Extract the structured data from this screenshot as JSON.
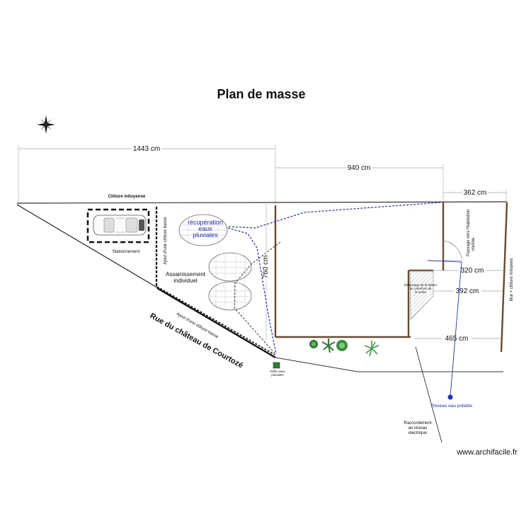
{
  "title": "Plan de masse",
  "dimensions": {
    "d1443": "1443 cm",
    "d940": "940 cm",
    "d362": "362 cm",
    "d760": "760 cm",
    "d320": "320 cm",
    "d392": "392 cm",
    "d465": "465 cm"
  },
  "labels": {
    "cloture_mitoyenne": "Clôture mitoyenne",
    "stationnement": "Stationnement",
    "ajout_cloture_1": "Ajout d'une clôture basse",
    "ajout_cloture_2": "Ajout d'une clôture basse",
    "assainissement_1": "Assainissement",
    "assainissement_2": "individuel",
    "recuperation_1": "récupération",
    "recuperation_2": "eaux",
    "recuperation_3": "pluviales",
    "rue": "Rue du château de Courtozé",
    "passage_1": "Passage vers l'habitation",
    "passage_2": "voisine",
    "mur_cloture": "Mur + clôture mitoyens",
    "reseau_eau": "Réseau eau potable",
    "raccordement_1": "Raccordement",
    "raccordement_2": "au réseau",
    "raccordement_3": "électrique",
    "regard_1": "Grille eaux",
    "regard_2": "pluviales",
    "deblocage_1": "Déblocage de la toiture",
    "deblocage_2": "du carrefour de",
    "deblocage_3": "la sortie",
    "watermark": "www.archifacile.fr"
  },
  "colors": {
    "line": "#333333",
    "wall": "#6b4a2b",
    "network": "#1f2fd0",
    "greenery": "#2e7d32",
    "hatch": "#bdbdbd"
  },
  "icons": {
    "compass": "compass-rose-icon",
    "car": "car-icon",
    "tank": "rainwater-tank-icon",
    "septic": "septic-system-icon",
    "plant": "plant-icon"
  }
}
